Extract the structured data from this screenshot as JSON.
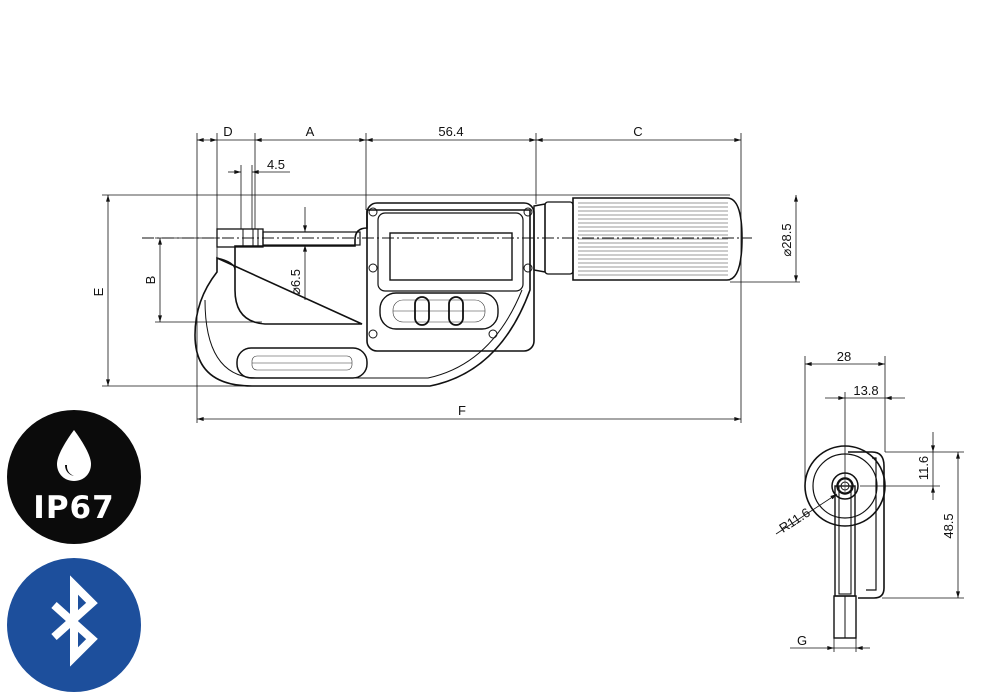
{
  "dimensions": {
    "d": "D",
    "a": "A",
    "spindle_length": "56.4",
    "c": "C",
    "anvil_offset": "4.5",
    "b": "B",
    "spindle_diameter": "6.5",
    "thimble_diameter": "28.5",
    "e": "E",
    "f": "F",
    "width": "28",
    "half_width": "13.8",
    "radius": "R11.6",
    "axis_height": "11.6",
    "height": "48.5",
    "g": "G"
  },
  "badges": {
    "ip_rating": "IP67",
    "ip_icon": "water-drop-icon",
    "bt_icon": "bluetooth-icon",
    "ip_color": "#0b0b0b",
    "bt_color": "#1d4f9c"
  }
}
